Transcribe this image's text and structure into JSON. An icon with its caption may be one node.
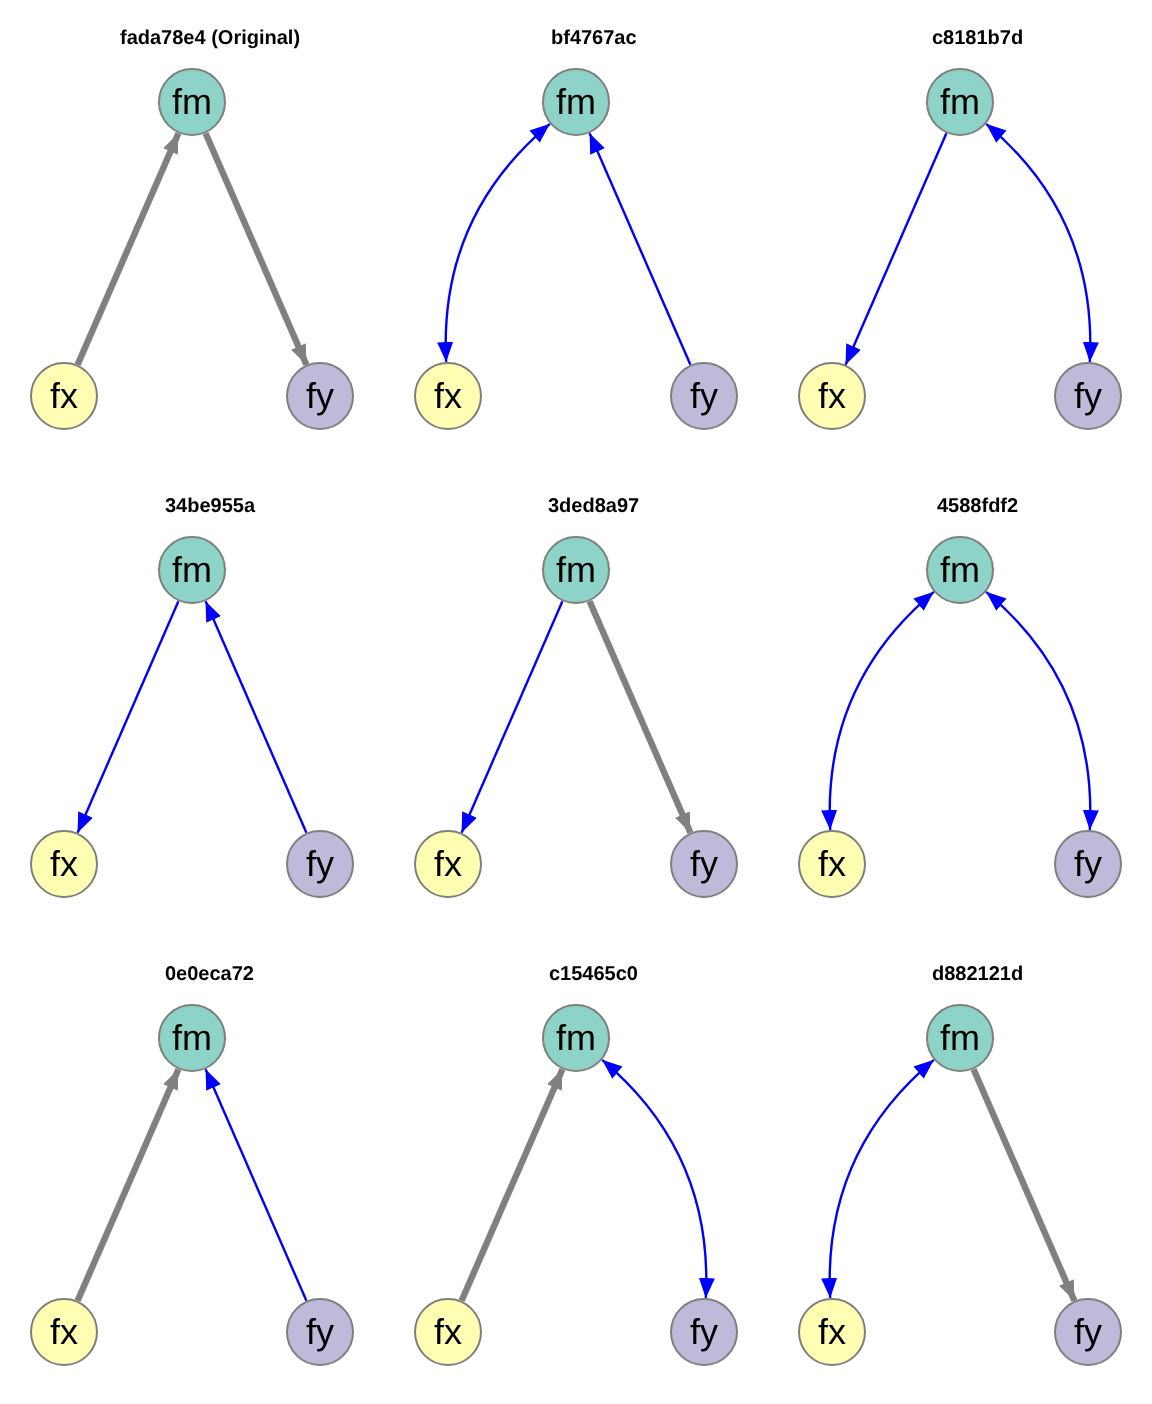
{
  "diagram": {
    "nodes": [
      {
        "text": [
          "fm"
        ]
      },
      {
        "text": [
          "fx"
        ]
      },
      {
        "text": [
          "fy"
        ]
      },
      {
        "text": [
          "fm"
        ]
      },
      {
        "text": [
          "fx"
        ]
      },
      {
        "text": [
          "fy"
        ]
      },
      {
        "text": [
          "fm"
        ]
      },
      {
        "text": [
          "fx"
        ]
      },
      {
        "text": [
          "fy"
        ]
      },
      {
        "text": [
          "fm"
        ]
      },
      {
        "text": [
          "fx"
        ]
      },
      {
        "text": [
          "fy"
        ]
      },
      {
        "text": [
          "fm"
        ]
      },
      {
        "text": [
          "fx"
        ]
      },
      {
        "text": [
          "fy"
        ]
      },
      {
        "text": [
          "fm"
        ]
      },
      {
        "text": [
          "fx"
        ]
      },
      {
        "text": [
          "fy"
        ]
      },
      {
        "text": [
          "fm"
        ]
      },
      {
        "text": [
          "fx"
        ]
      },
      {
        "text": [
          "fy"
        ]
      },
      {
        "text": [
          "fm"
        ]
      },
      {
        "text": [
          "fx"
        ]
      },
      {
        "text": [
          "fy"
        ]
      },
      {
        "text": [
          "fm"
        ]
      },
      {
        "text": [
          "fx"
        ]
      },
      {
        "text": [
          "fy"
        ]
      }
    ],
    "edges": [
      {
        "from": 1,
        "to": 0,
        "arrow": "to",
        "style": "thick",
        "color": "#808080"
      },
      {
        "from": 0,
        "to": 2,
        "arrow": "to",
        "style": "thick",
        "color": "#808080"
      },
      {
        "from": 3,
        "to": 4,
        "arrow": "both"
      },
      {
        "from": 5,
        "to": 3,
        "arrow": "to"
      },
      {
        "from": 6,
        "to": 7,
        "arrow": "to"
      },
      {
        "from": 6,
        "to": 8,
        "arrow": "both"
      },
      {
        "from": 9,
        "to": 10,
        "arrow": "to"
      },
      {
        "from": 11,
        "to": 9,
        "arrow": "to"
      },
      {
        "from": 12,
        "to": 13,
        "arrow": "to"
      },
      {
        "from": 12,
        "to": 14,
        "arrow": "to",
        "style": "thick",
        "color": "#808080"
      },
      {
        "from": 15,
        "to": 16,
        "arrow": "both"
      },
      {
        "from": 15,
        "to": 17,
        "arrow": "both"
      },
      {
        "from": 19,
        "to": 18,
        "arrow": "to",
        "style": "thick",
        "color": "#808080"
      },
      {
        "from": 20,
        "to": 18,
        "arrow": "to"
      },
      {
        "from": 22,
        "to": 21,
        "arrow": "to",
        "style": "thick",
        "color": "#808080"
      },
      {
        "from": 21,
        "to": 23,
        "arrow": "both"
      },
      {
        "from": 24,
        "to": 25,
        "arrow": "both"
      },
      {
        "from": 24,
        "to": 26,
        "arrow": "to",
        "style": "thick",
        "color": "#808080"
      }
    ],
    "labels": [
      "fada78e4 (Original)",
      "bf4767ac",
      "c8181b7d",
      "34be955a",
      "3ded8a97",
      "4588fdf2",
      "0e0eca72",
      "c15465c0",
      "d882121d"
    ]
  }
}
